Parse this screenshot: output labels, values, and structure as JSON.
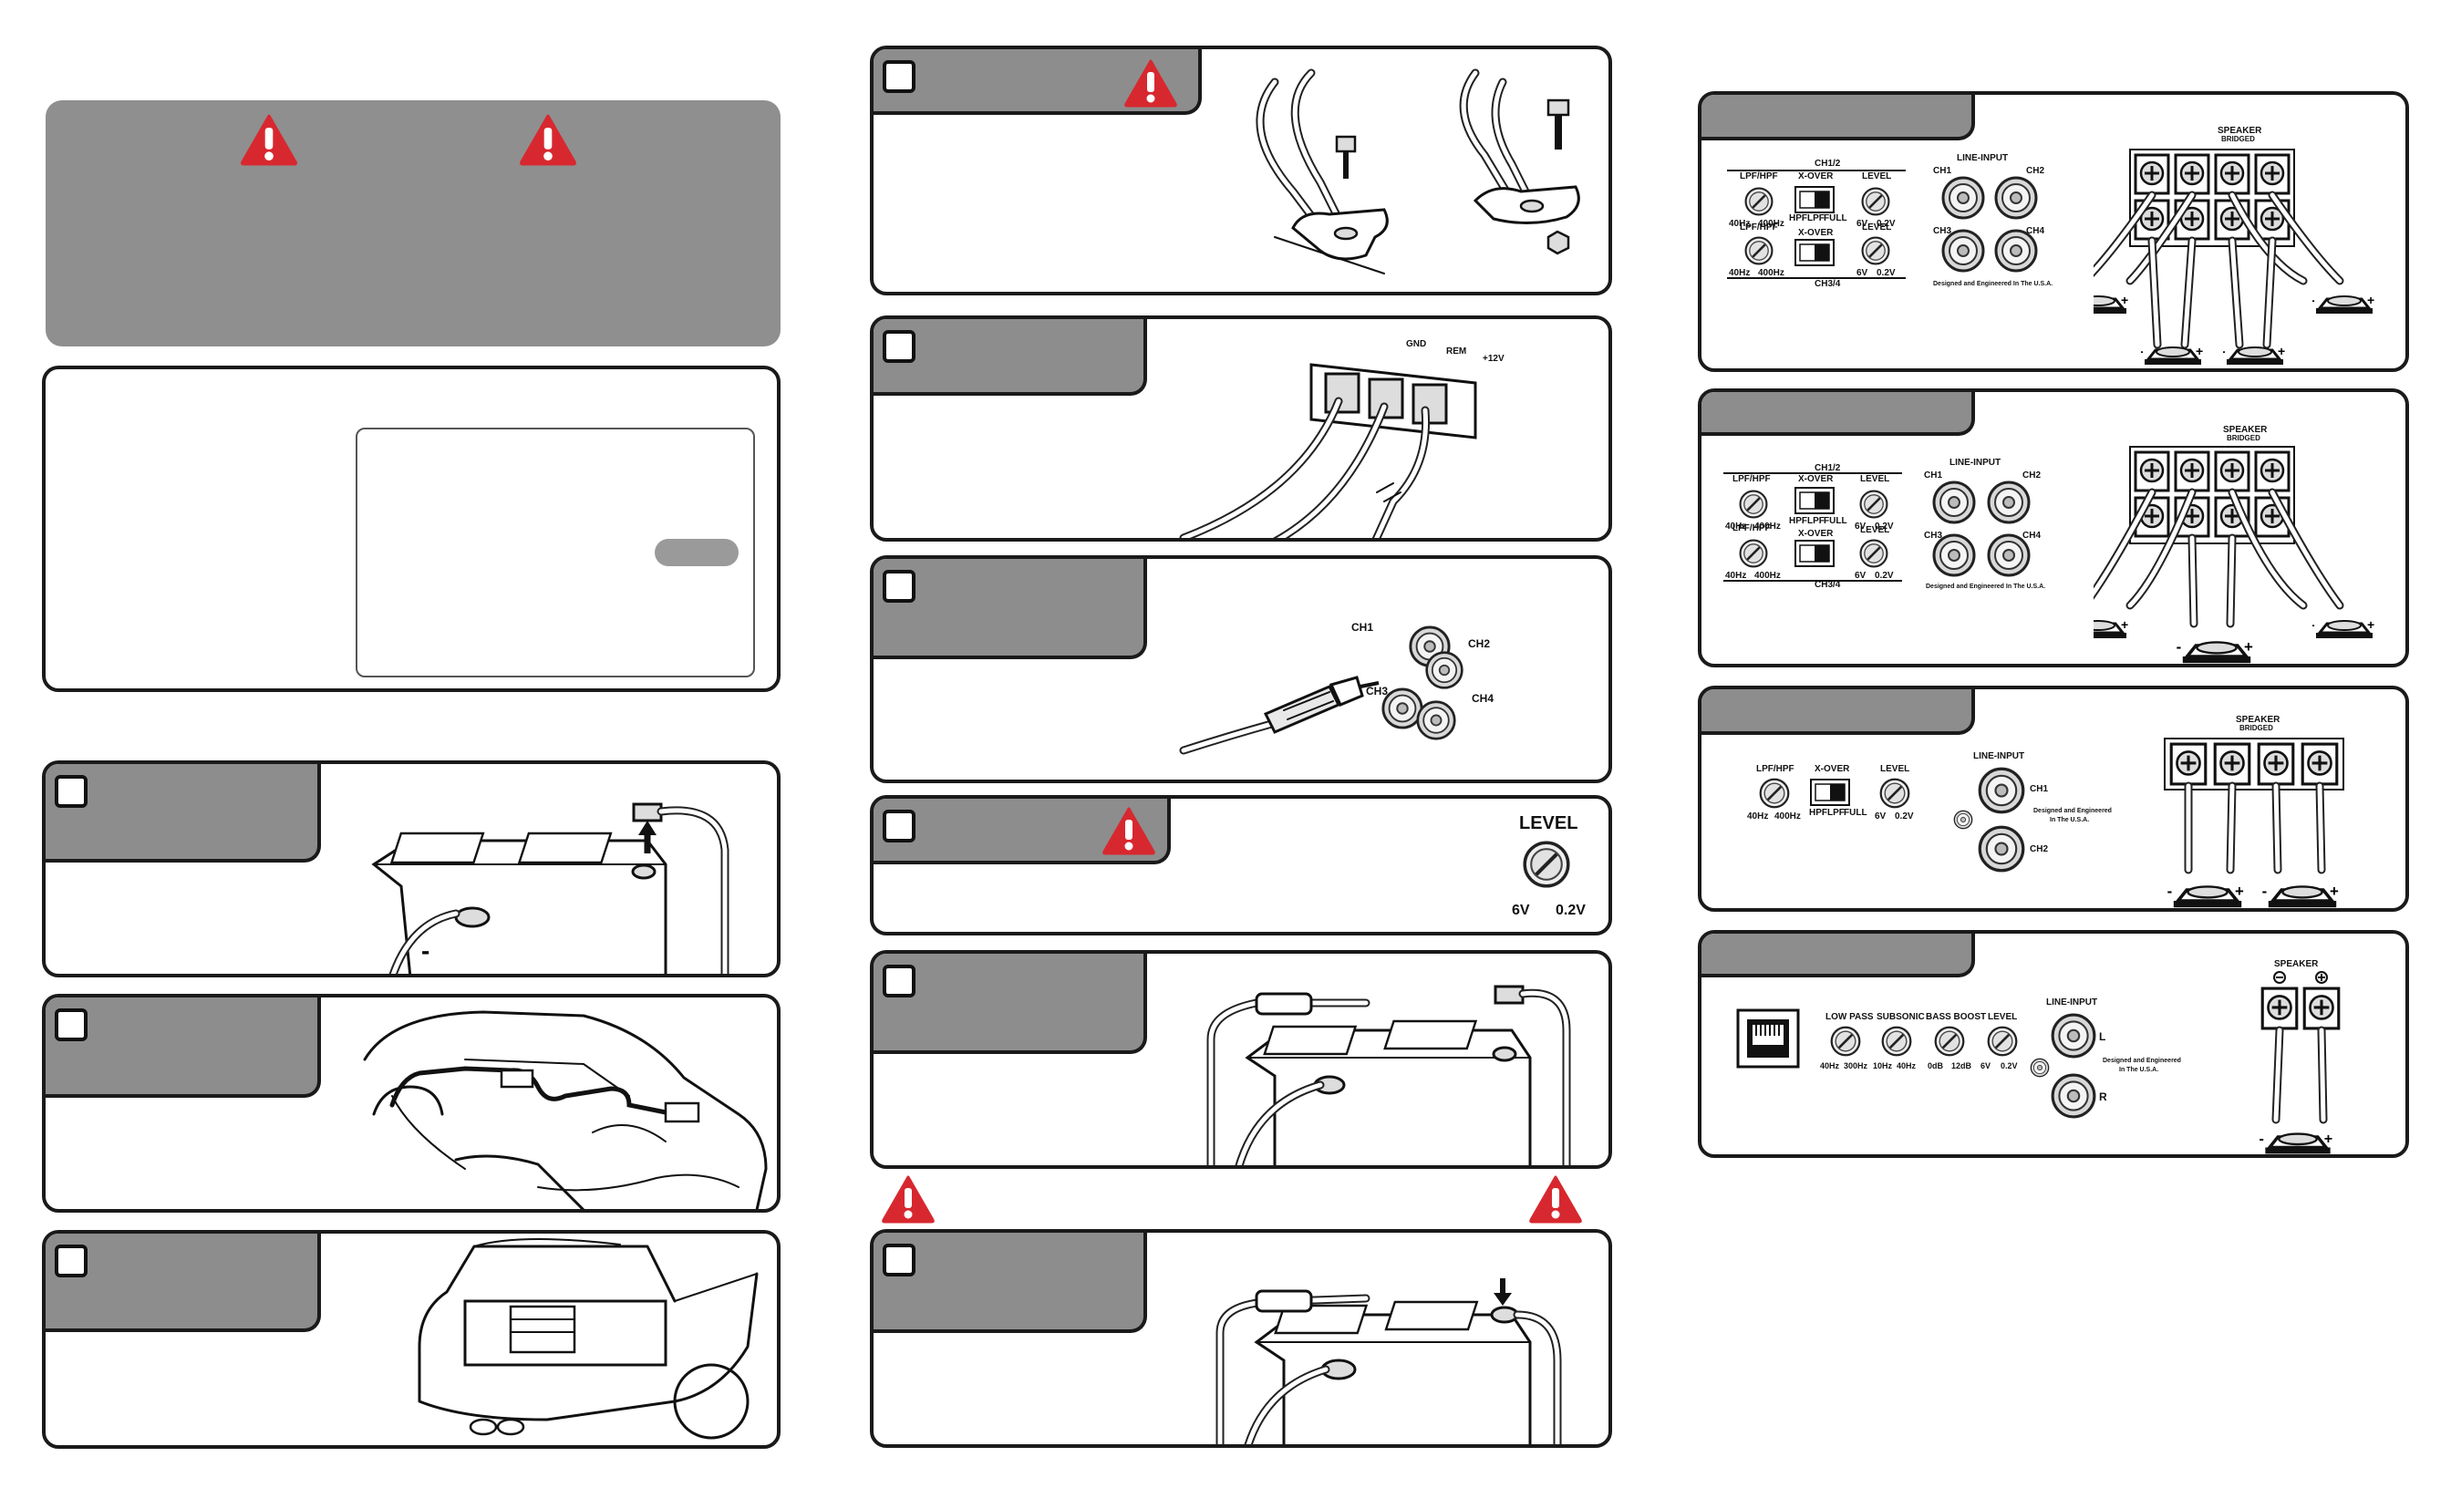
{
  "colors": {
    "tab_gray": "#8d8d8d",
    "warning_red": "#d7282f",
    "border": "#1a1a1a",
    "header_gray": "#8f8f8f"
  },
  "icons": [
    "warning-icon",
    "checkbox-icon"
  ],
  "left": {
    "steps": [
      {
        "id": "battery-disconnect",
        "illustration": "battery-negative-terminal-removal"
      },
      {
        "id": "route-power-wire",
        "illustration": "car-wire-routing"
      },
      {
        "id": "mount-location",
        "illustration": "trunk-mounting"
      }
    ]
  },
  "middle": {
    "steps": [
      {
        "id": "ground",
        "illustration": "ground-terminal-bolts",
        "warning": true
      },
      {
        "id": "power-terminals",
        "illustration": "amp-power-terminals"
      },
      {
        "id": "rca-inputs",
        "illustration": "rca-input-jacks"
      },
      {
        "id": "gain-level",
        "illustration": "level-knob",
        "warning": true
      },
      {
        "id": "fuse",
        "illustration": "battery-with-fuse"
      },
      {
        "id": "reconnect-battery",
        "illustration": "battery-reconnect"
      }
    ],
    "power_terminals": {
      "gnd": "GND",
      "rem": "REM",
      "v12": "+12V"
    },
    "rca": {
      "ch1": "CH1",
      "ch2": "CH2",
      "ch3": "CH3",
      "ch4": "CH4"
    },
    "level": {
      "title": "LEVEL",
      "min": "6V",
      "max": "0.2V"
    }
  },
  "right": {
    "amp4a": {
      "ch12": "CH1/2",
      "ch34": "CH3/4",
      "lpfhpf": "LPF/HPF",
      "xover": "X-OVER",
      "level": "LEVEL",
      "f40": "40Hz",
      "f400": "400Hz",
      "v6": "6V",
      "v02": "0.2V",
      "hpf": "HPF",
      "lpf": "LPF",
      "full": "FULL",
      "line_input": "LINE-INPUT",
      "ch1": "CH1",
      "ch2": "CH2",
      "ch3": "CH3",
      "ch4": "CH4",
      "designed": "Designed and Engineered In The U.S.A.",
      "speaker": "SPEAKER",
      "bridged": "BRIDGED"
    },
    "amp2": {
      "lpfhpf": "LPF/HPF",
      "xover": "X-OVER",
      "level": "LEVEL",
      "f40": "40Hz",
      "f400": "400Hz",
      "v6": "6V",
      "v02": "0.2V",
      "hpf": "HPF",
      "lpf": "LPF",
      "full": "FULL",
      "line_input": "LINE-INPUT",
      "ch1": "CH1",
      "ch2": "CH2",
      "designed_l1": "Designed and Engineered",
      "designed_l2": "In The U.S.A.",
      "speaker": "SPEAKER",
      "bridged": "BRIDGED"
    },
    "mono": {
      "low_pass": "LOW PASS",
      "subsonic": "SUBSONIC",
      "bass_boost": "BASS BOOST",
      "level": "LEVEL",
      "lp_min": "40Hz",
      "lp_max": "300Hz",
      "ss_min": "10Hz",
      "ss_max": "40Hz",
      "bb_min": "0dB",
      "bb_max": "12dB",
      "v6": "6V",
      "v02": "0.2V",
      "line_input": "LINE-INPUT",
      "l": "L",
      "r": "R",
      "designed_l1": "Designed and Engineered",
      "designed_l2": "In The U.S.A.",
      "speaker": "SPEAKER"
    }
  }
}
